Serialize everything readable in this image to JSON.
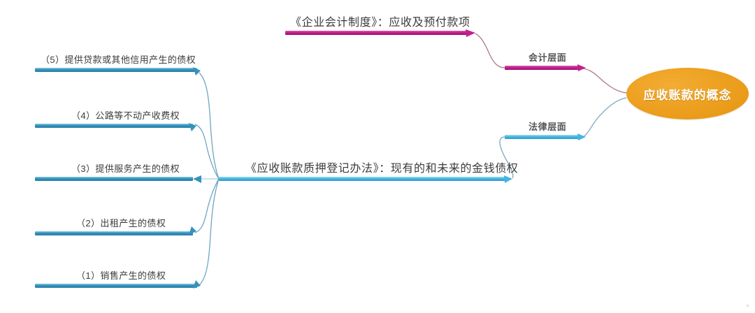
{
  "diagram": {
    "title": "应收账款的概念",
    "type": "mindmap",
    "background": "#ffffff",
    "colors": {
      "center_fill": "#eda020",
      "center_text": "#ffffff",
      "accounting_branch": "#c2208c",
      "legal_branch": "#45b5e0",
      "leaf_branch": "#3593bc",
      "connector_accounting": "#b07a8e",
      "connector_legal": "#7fa8bd",
      "label_text": "#3c3c3c"
    },
    "center": {
      "label": "应收账款的概念"
    },
    "branches": [
      {
        "name": "accounting",
        "label": "会计层面",
        "color": "#c2208c",
        "children": [
          {
            "name": "enterprise-accounting-system",
            "label": "《企业会计制度》：应收及预付款项",
            "color": "#c2208c"
          }
        ]
      },
      {
        "name": "legal",
        "label": "法律层面",
        "color": "#45b5e0",
        "children": [
          {
            "name": "pledge-registration-measures",
            "label": "《应收账款质押登记办法》：现有的和未来的金钱债权",
            "color": "#45b5e0",
            "children": [
              {
                "name": "leaf-5",
                "label": "（5）提供贷款或其他信用产生的债权",
                "color": "#3593bc"
              },
              {
                "name": "leaf-4",
                "label": "（4）公路等不动产收费权",
                "color": "#3593bc"
              },
              {
                "name": "leaf-3",
                "label": "（3）提供服务产生的债权",
                "color": "#3593bc"
              },
              {
                "name": "leaf-2",
                "label": "（2）出租产生的债权",
                "color": "#3593bc"
              },
              {
                "name": "leaf-1",
                "label": "（1）销售产生的债权",
                "color": "#3593bc"
              }
            ]
          }
        ]
      }
    ],
    "watermark": "≡"
  }
}
